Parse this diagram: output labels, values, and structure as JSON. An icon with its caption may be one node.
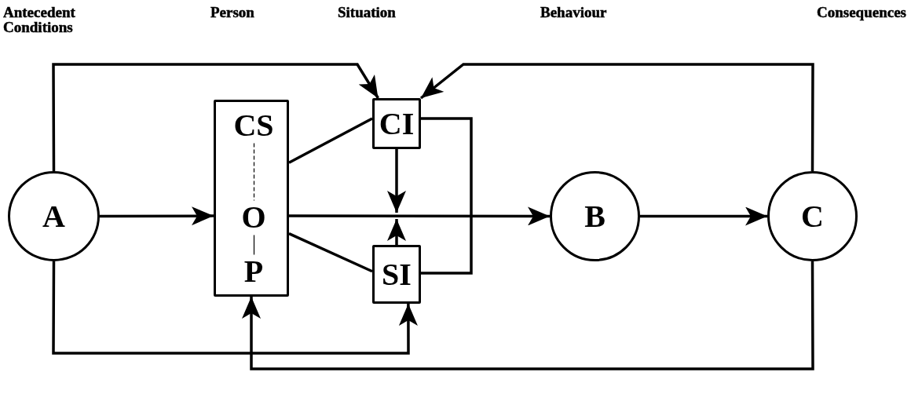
{
  "diagram": {
    "nodes": [
      {
        "text": [
          "A"
        ]
      },
      {
        "text": [],
        "shape": "box"
      },
      {
        "text": [
          "CS"
        ],
        "in": 1
      },
      {
        "text": [
          "O"
        ],
        "in": 1
      },
      {
        "text": [
          "P"
        ],
        "in": 1
      },
      {
        "text": [
          "CI"
        ]
      },
      {
        "text": [
          "SI"
        ]
      },
      {
        "text": [
          "B"
        ]
      },
      {
        "text": [
          "C"
        ]
      }
    ],
    "edges": [
      {
        "from": 0,
        "to": 1,
        "arrow": "to"
      },
      {
        "from": 0,
        "to": 5,
        "arrow": "to"
      },
      {
        "from": 0,
        "to": 6,
        "arrow": "to"
      },
      {
        "from": 8,
        "to": 5,
        "arrow": "to"
      },
      {
        "from": 8,
        "to": 1,
        "arrow": "to"
      },
      {
        "from": 1,
        "to": 5,
        "arrow": "none"
      },
      {
        "from": 1,
        "to": 6,
        "arrow": "none"
      },
      {
        "from": 1,
        "to": 7,
        "arrow": "to"
      },
      {
        "from": 5,
        "to": null,
        "arrow": "to"
      },
      {
        "from": 6,
        "to": null,
        "arrow": "to"
      },
      {
        "from": 5,
        "to": 6,
        "arrow": "none"
      },
      {
        "from": 7,
        "to": 8,
        "arrow": "to"
      },
      {
        "from": 2,
        "to": 3,
        "arrow": "none",
        "style": "dashed"
      },
      {
        "from": 3,
        "to": 4,
        "arrow": "none"
      }
    ],
    "labels": [
      "Antecedent Conditions",
      "Person",
      "Situation",
      "Behaviour",
      "Consequences"
    ]
  }
}
